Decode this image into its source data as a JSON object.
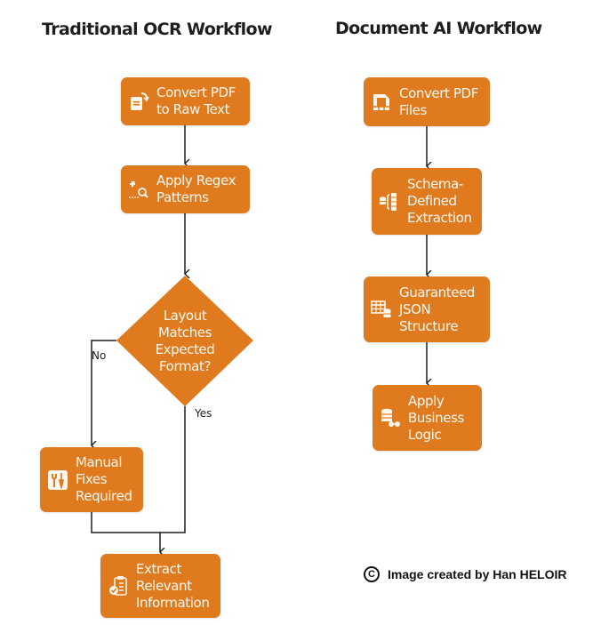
{
  "traditional": {
    "title": "Traditional OCR Workflow",
    "nodes": [
      {
        "id": "convert-pdf-raw-text",
        "label": "Convert PDF to Raw Text",
        "icon": "document-convert-icon"
      },
      {
        "id": "apply-regex",
        "label": "Apply Regex Patterns",
        "icon": "regex-search-icon"
      },
      {
        "id": "manual-fixes",
        "label": "Manual Fixes Required",
        "icon": "tools-icon"
      },
      {
        "id": "extract-info",
        "label": "Extract Relevant Information",
        "icon": "clipboard-check-icon"
      }
    ],
    "decision": {
      "label": "Layout Matches Expected Format?",
      "no_label": "No",
      "yes_label": "Yes"
    }
  },
  "document_ai": {
    "title": "Document AI Workflow",
    "nodes": [
      {
        "id": "convert-pdf-files",
        "label": "Convert PDF Files",
        "icon": "document-grid-icon"
      },
      {
        "id": "schema-extraction",
        "label": "Schema-Defined Extraction",
        "icon": "schema-braces-icon"
      },
      {
        "id": "json-structure",
        "label": "Guaranteed JSON Structure",
        "icon": "table-database-icon"
      },
      {
        "id": "business-logic",
        "label": "Apply Business Logic",
        "icon": "database-flow-icon"
      }
    ]
  },
  "credit": {
    "symbol": "C",
    "text": "Image created by Han HELOIR"
  },
  "colors": {
    "node_fill": "#e07a1f",
    "node_text": "#fff7ee",
    "line": "#1e1e1e"
  }
}
